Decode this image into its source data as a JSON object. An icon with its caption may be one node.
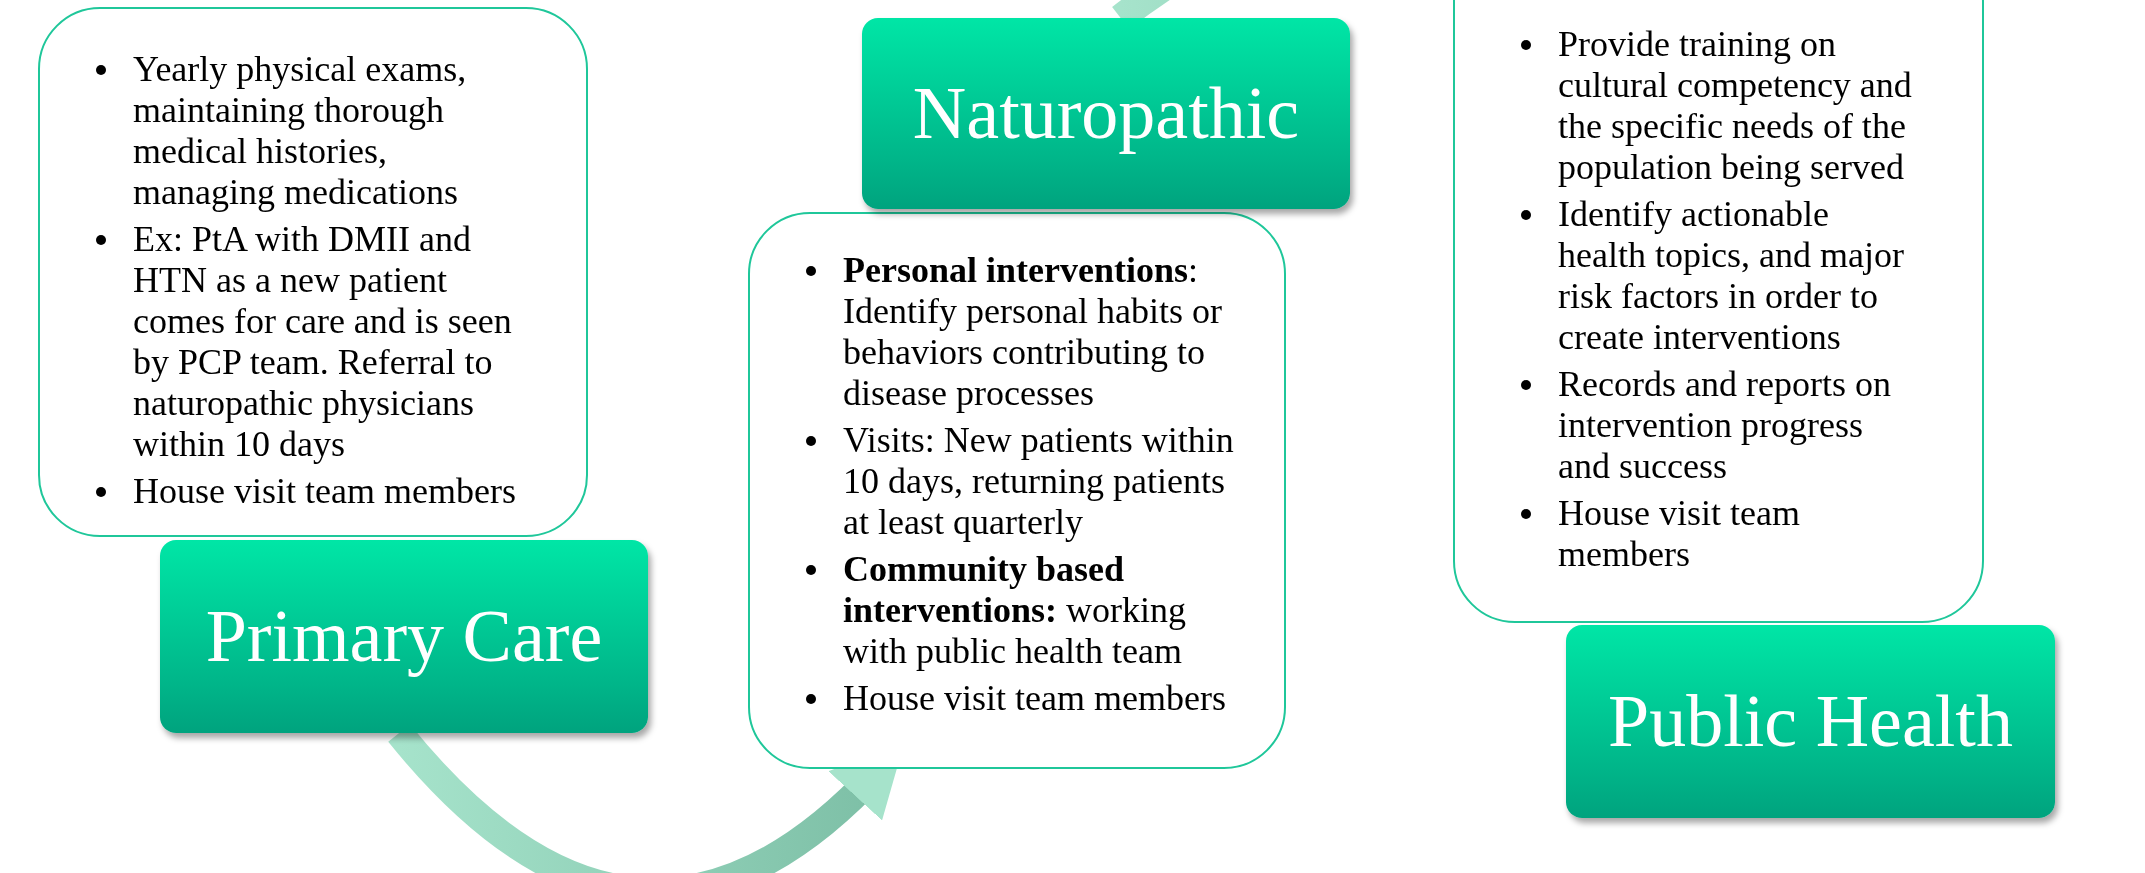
{
  "diagram": {
    "nodes": [
      {
        "text": [
          "Yearly physical exams, maintaining thorough medical histories, managing medications",
          "Ex: PtA with DMII and HTN as a new patient comes for care and is seen by PCP team.  Referral to naturopathic physicians within 10 days",
          "House visit team members"
        ]
      },
      {
        "text": [
          "Primary Care"
        ]
      },
      {
        "text": [
          "**Personal interventions**: Identify personal habits or behaviors contributing to disease processes",
          "Visits: New patients within 10 days, returning patients at least quarterly",
          "**Community based interventions:** working with public health team",
          "House visit team members"
        ]
      },
      {
        "text": [
          "Naturopathic"
        ]
      },
      {
        "text": [
          "Provide training on cultural competency and the specific needs of the population being served",
          "Identify actionable health topics, and major risk factors in order to create interventions",
          "Records and reports on intervention progress and success",
          "House visit team members"
        ]
      },
      {
        "text": [
          "Public Health"
        ]
      }
    ],
    "edges": [
      {
        "from": 1,
        "to": 2,
        "arrow": "to"
      },
      {
        "from": 3,
        "to": 4,
        "arrow": "to"
      }
    ]
  }
}
